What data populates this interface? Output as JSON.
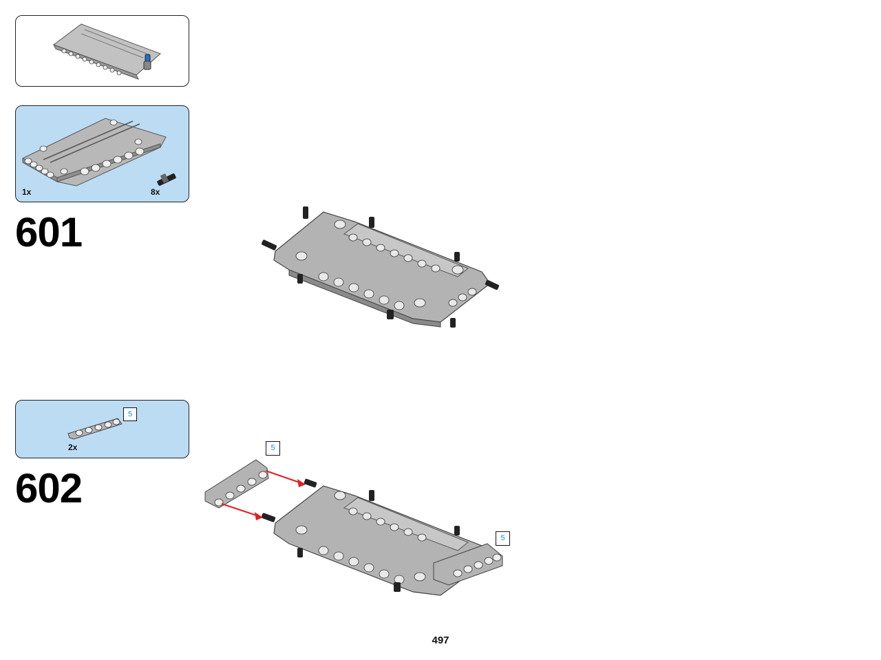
{
  "steps": [
    {
      "number": "601",
      "parts": [
        {
          "qty": "1x",
          "part": "panel-icon"
        },
        {
          "qty": "8x",
          "part": "pin-icon"
        }
      ]
    },
    {
      "number": "602",
      "parts": [
        {
          "qty": "2x",
          "part": "beam-icon"
        }
      ],
      "part_length_callout": "5",
      "model_callouts": [
        "5",
        "5"
      ]
    }
  ],
  "page_number": "497",
  "colors": {
    "parts_box": "#bcdcf4",
    "arrow": "#e02020",
    "part_gray": "#a8a8a8",
    "callout_text": "#1a8ad8"
  }
}
